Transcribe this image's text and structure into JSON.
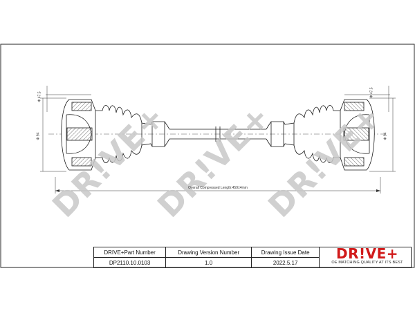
{
  "watermark_text": "DR!VE+",
  "dimensions": {
    "overall_length": "Overall Compressed Length:459±4mm",
    "left_bore": "Φ 47.5",
    "right_bore": "Φ 47.5",
    "left_diameter": "Φ 94",
    "right_diameter": "Φ 94"
  },
  "title_block": {
    "headers": [
      "DRIVE+Part Number",
      "Drawing Version Number",
      "Drawing Issue Date"
    ],
    "values": [
      "DP2110.10.0103",
      "1.0",
      "2022.5.17"
    ]
  },
  "logo": {
    "main": "DR!VE+",
    "tagline": "OE MATCHING QUALITY AT ITS BEST"
  },
  "colors": {
    "brand_red": "#d11a1a",
    "line": "#1a1a1a",
    "watermark": "#c8c8c8"
  }
}
